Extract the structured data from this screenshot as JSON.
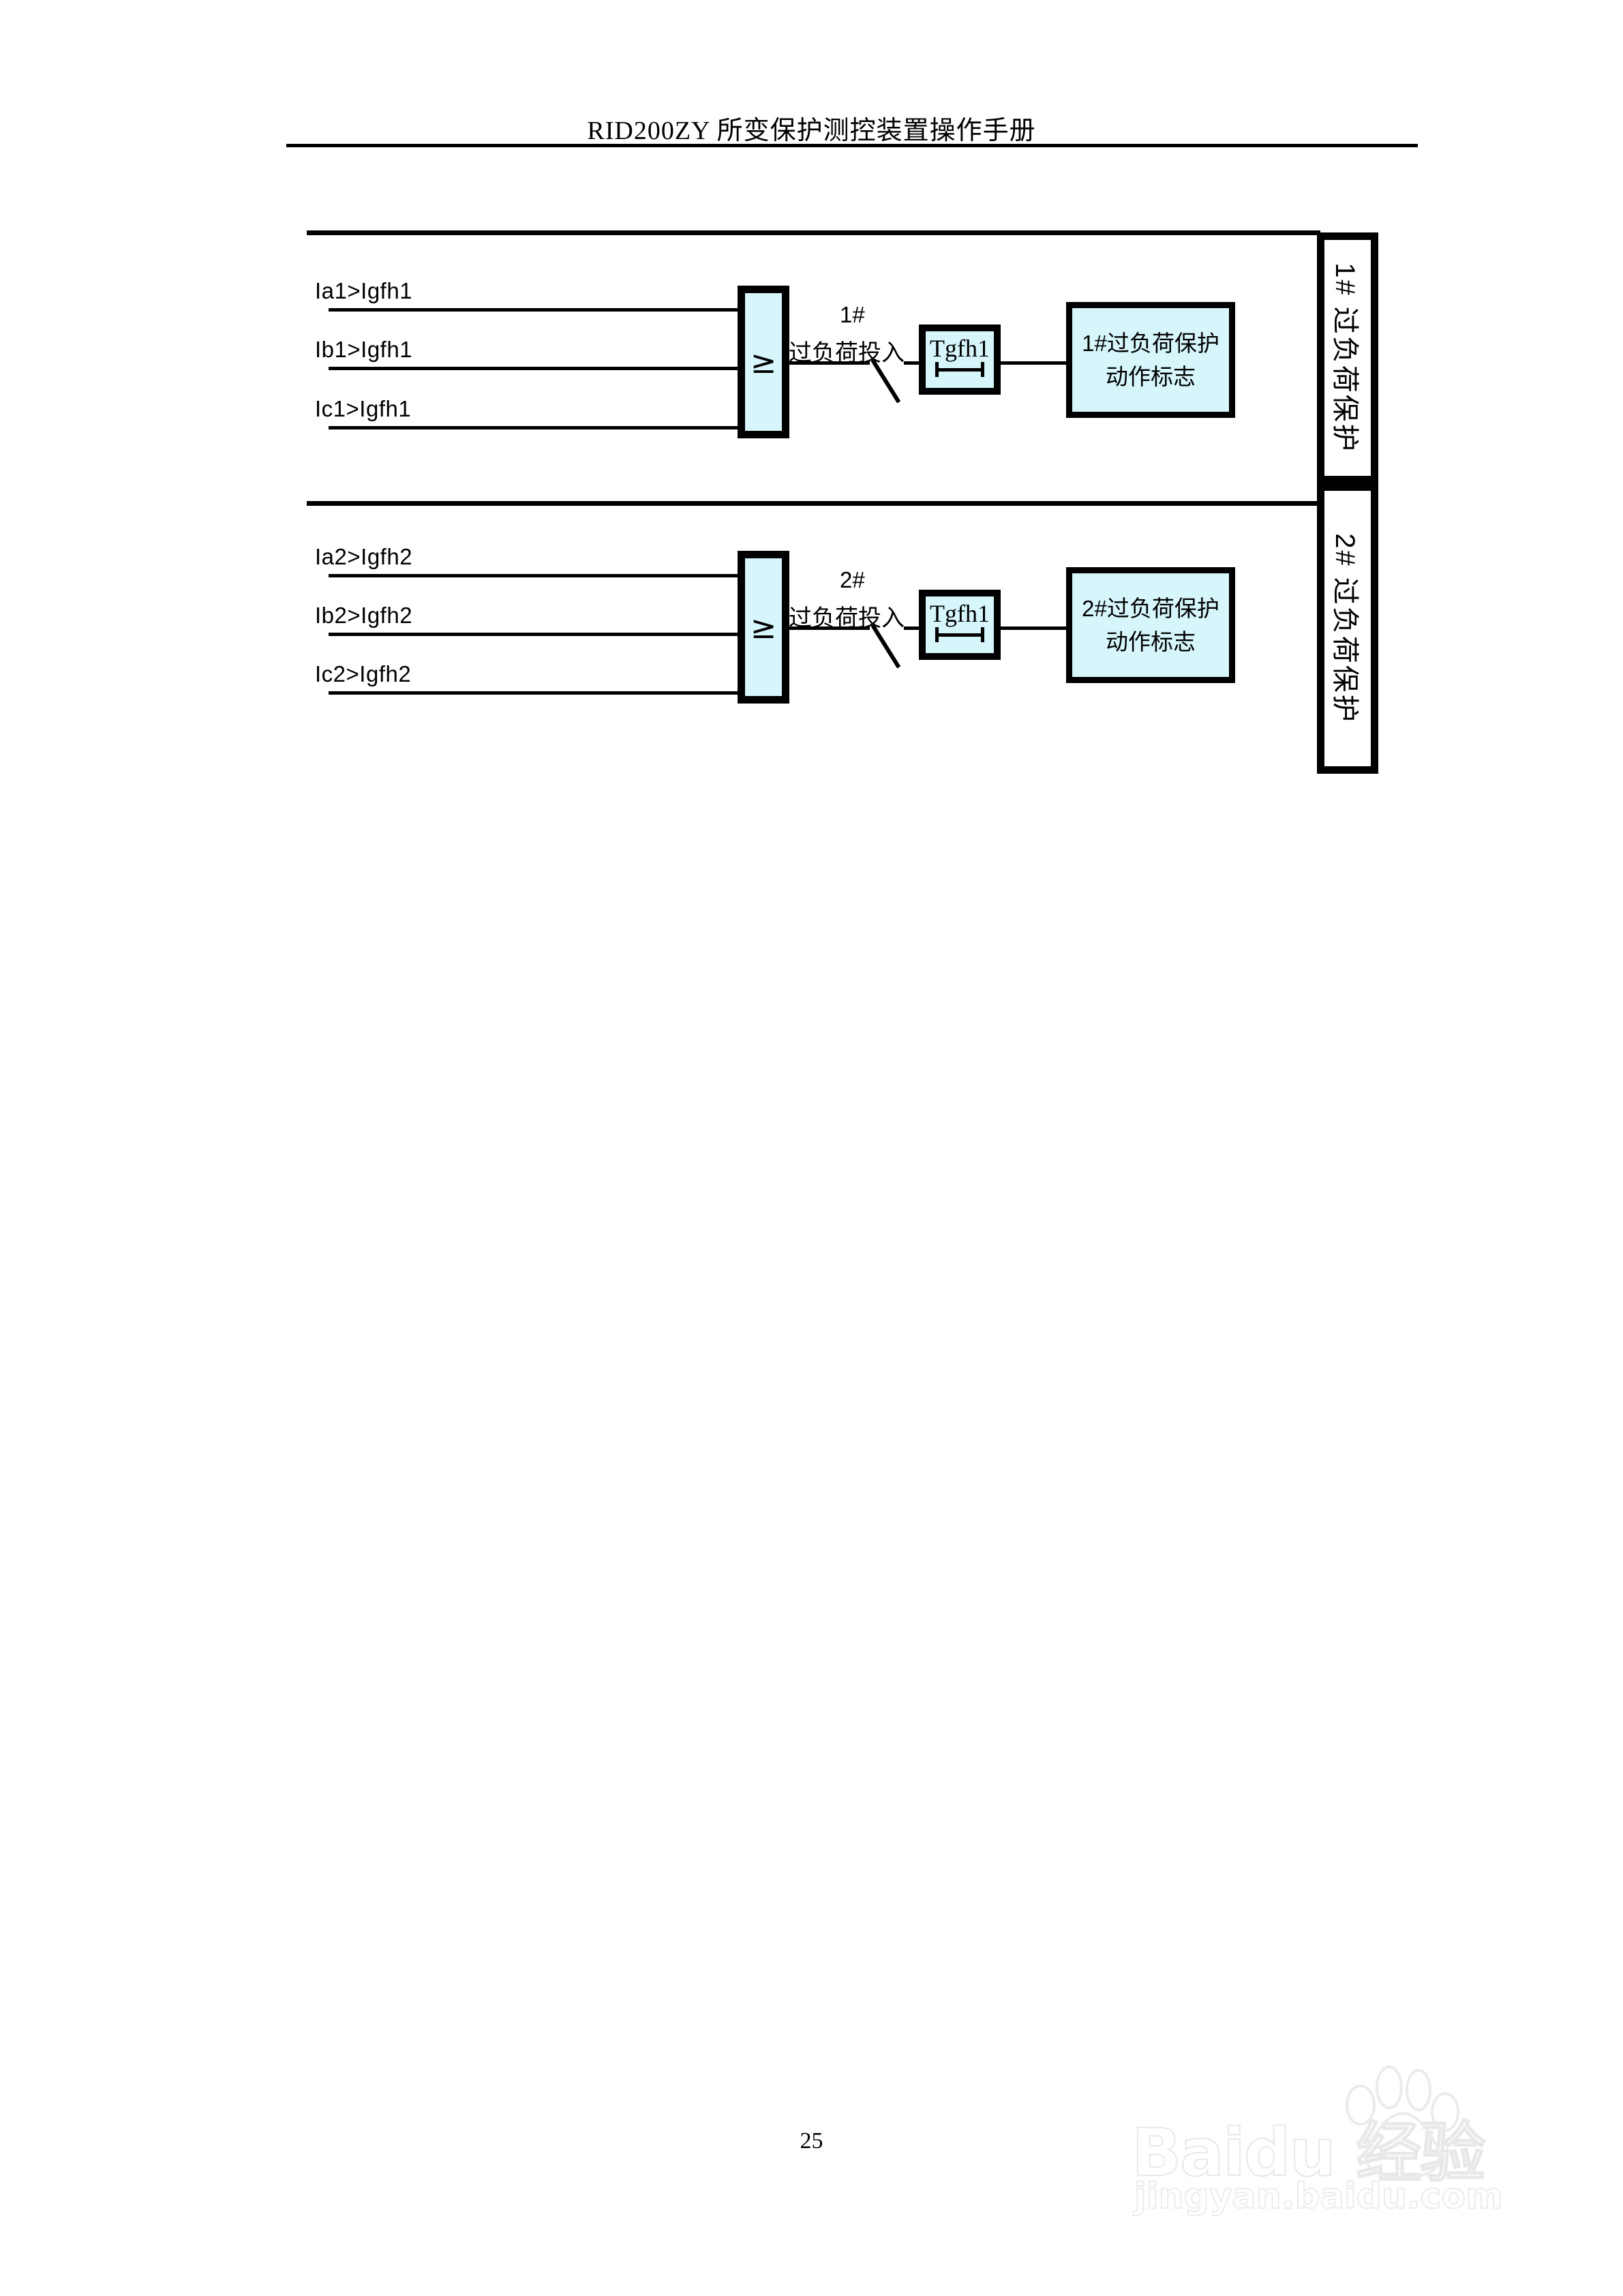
{
  "header": {
    "title": "RID200ZY 所变保护测控装置操作手册"
  },
  "footer": {
    "page_number": "25"
  },
  "watermark": {
    "main": "Baidu 经验",
    "sub": "jingyan.baidu.com",
    "paw_icon": "baidu-paw-icon"
  },
  "diagram": {
    "or_gate_symbol": "≥",
    "fill_color": "#d6f6fb",
    "line_color": "#000000",
    "sections": [
      {
        "id": "section-1",
        "inputs": [
          "Ia1>Igfh1",
          "Ib1>Igfh1",
          "Ic1>Igfh1"
        ],
        "switch": {
          "number_label": "1#",
          "cn_label": "过负荷投入"
        },
        "timer": {
          "label": "Tgfh1",
          "symbol": "delay-timer-icon"
        },
        "output": {
          "line1": "1#过负荷保护",
          "line2": "动作标志"
        },
        "side_label": "1# 过负荷保护"
      },
      {
        "id": "section-2",
        "inputs": [
          "Ia2>Igfh2",
          "Ib2>Igfh2",
          "Ic2>Igfh2"
        ],
        "switch": {
          "number_label": "2#",
          "cn_label": "过负荷投入"
        },
        "timer": {
          "label": "Tgfh1",
          "symbol": "delay-timer-icon"
        },
        "output": {
          "line1": "2#过负荷保护",
          "line2": "动作标志"
        },
        "side_label": "2# 过负荷保护"
      }
    ]
  }
}
